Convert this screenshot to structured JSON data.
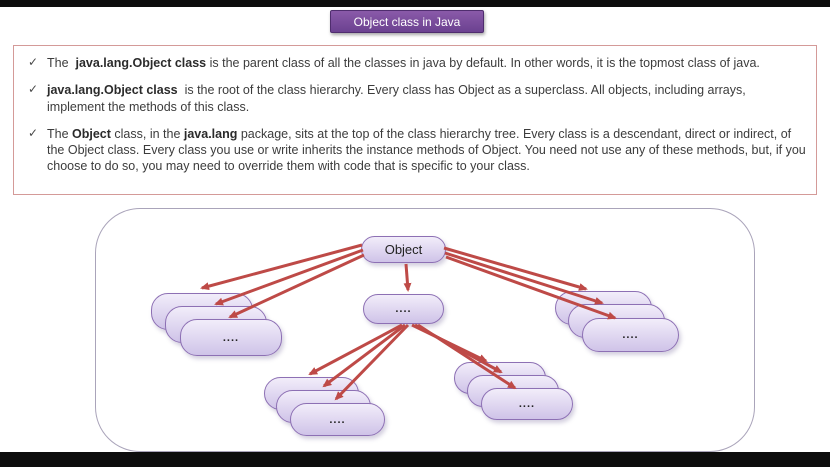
{
  "title": {
    "label": "Object class in Java"
  },
  "colors": {
    "letterbox": "#0d0d0d",
    "title-top": "#8a5aa9",
    "title-bottom": "#6b4190",
    "title-border": "#4f2d6e",
    "panel-border": "#d49a98",
    "body-text": "#3c3c3c",
    "diagram-border": "#aaa4ba",
    "node-top": "#f2edfa",
    "node-bottom": "#cfc3e8",
    "node-border": "#8d70b4",
    "arrow": "#be4a47"
  },
  "infobox": {
    "check_glyph": "✓",
    "bullets": [
      {
        "segments": [
          {
            "text": "The  ",
            "bold": false
          },
          {
            "text": "java.lang.Object class",
            "bold": true
          },
          {
            "text": " is the parent class of all the classes in java by default. In other words, it is the topmost class of java.",
            "bold": false
          }
        ]
      },
      {
        "segments": [
          {
            "text": "java.lang.Object class",
            "bold": true
          },
          {
            "text": "  is the root of the class hierarchy. Every class has Object as a superclass. All objects, including arrays, implement the methods of this class.",
            "bold": false
          }
        ]
      },
      {
        "segments": [
          {
            "text": "The ",
            "bold": false
          },
          {
            "text": "Object",
            "bold": true
          },
          {
            "text": " class, in the ",
            "bold": false
          },
          {
            "text": "java.lang",
            "bold": true
          },
          {
            "text": " package, sits at the top of the class hierarchy tree. Every class is a descendant, direct or indirect, of the Object class. Every class you use or write inherits the instance methods of Object. You need not use any of these methods, but, if you choose to do so, you may need to override them with code that is specific to your class.",
            "bold": false
          }
        ]
      }
    ]
  },
  "diagram": {
    "root_label": "Object",
    "node_placeholder": "...."
  }
}
